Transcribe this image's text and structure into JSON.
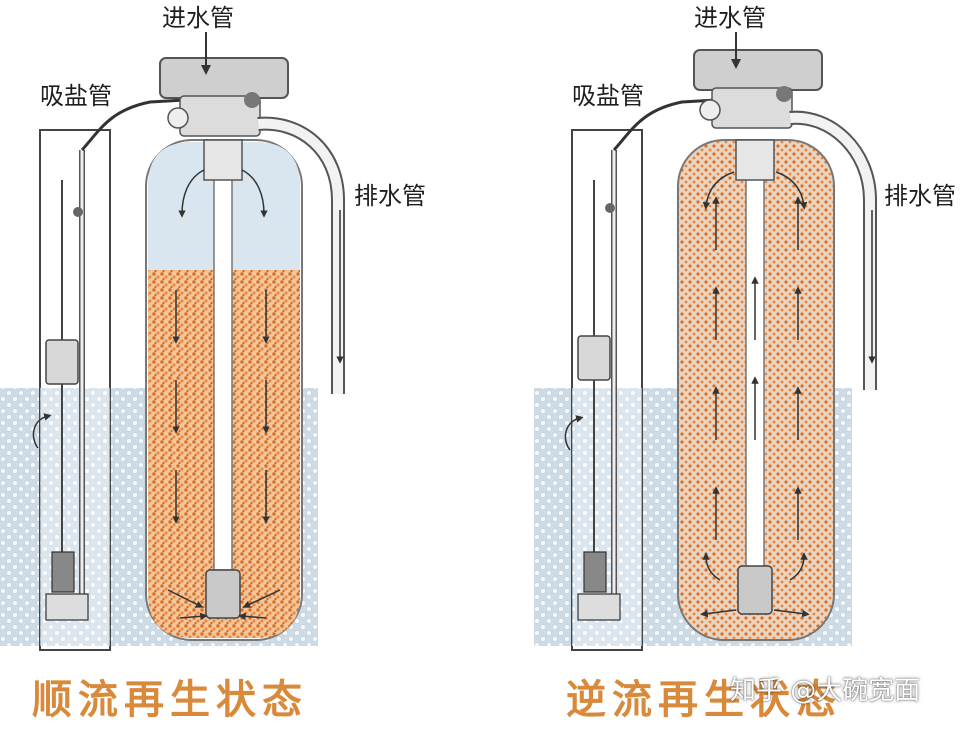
{
  "left": {
    "label_inlet": "进水管",
    "label_brine": "吸盐管",
    "label_drain": "排水管",
    "caption": "顺流再生状态"
  },
  "right": {
    "label_inlet": "进水管",
    "label_brine": "吸盐管",
    "label_drain": "排水管",
    "caption": "逆流再生状态"
  },
  "watermark": "知乎 @大碗宽面",
  "colors": {
    "resin": "#e07a2c",
    "water": "#cfe0ec",
    "caption": "#d9893a"
  }
}
